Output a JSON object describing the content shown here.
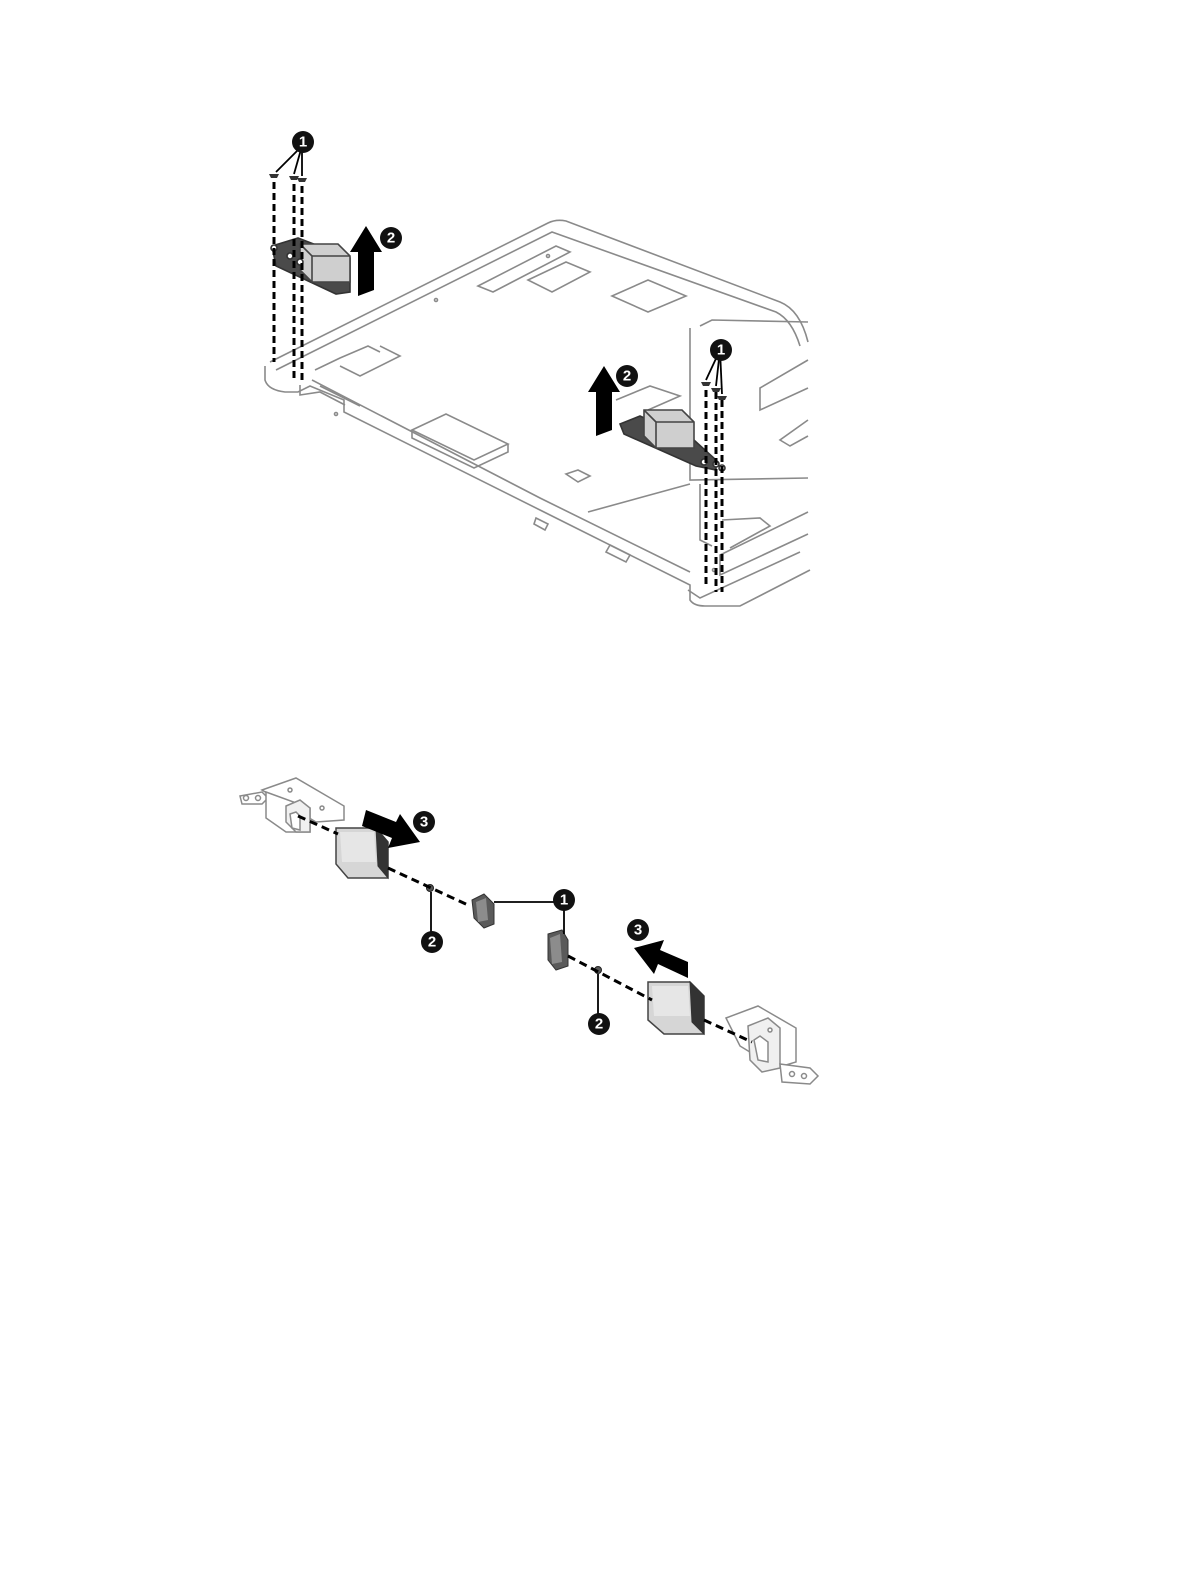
{
  "figure_top": {
    "callouts": [
      {
        "id": "top-screws-left",
        "label": "1"
      },
      {
        "id": "top-lift-left",
        "label": "2"
      },
      {
        "id": "top-screws-right",
        "label": "1"
      },
      {
        "id": "top-lift-right",
        "label": "2"
      }
    ]
  },
  "figure_bottom": {
    "callouts": [
      {
        "id": "bottom-slide-left",
        "label": "3"
      },
      {
        "id": "bottom-caps",
        "label": "1"
      },
      {
        "id": "bottom-screw-left",
        "label": "2"
      },
      {
        "id": "bottom-slide-right",
        "label": "3"
      },
      {
        "id": "bottom-screw-right",
        "label": "2"
      }
    ]
  },
  "colors": {
    "line": "#8a8a8a",
    "dark_part": "#4a4a4a",
    "callout_fill": "#111111",
    "arrow_fill": "#000000"
  }
}
